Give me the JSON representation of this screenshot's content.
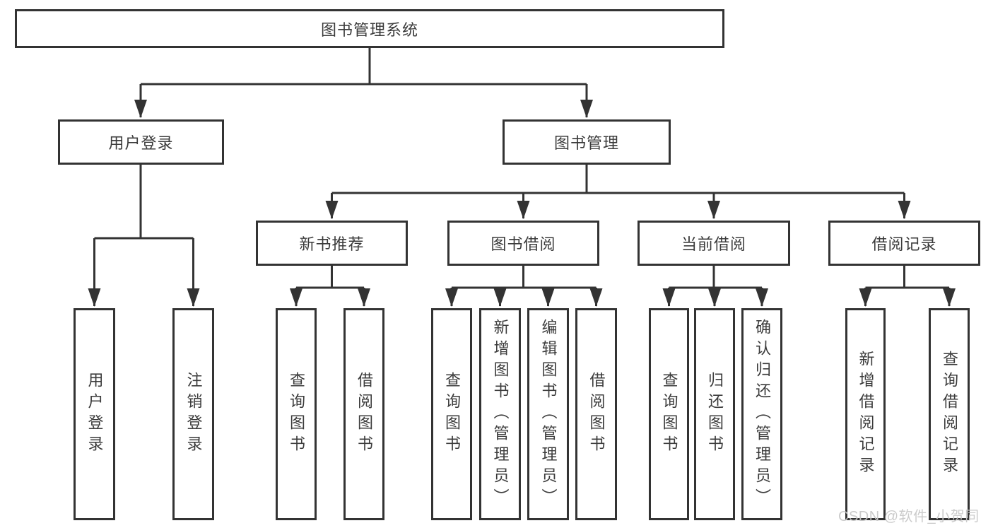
{
  "diagram": {
    "type": "function-structure-tree",
    "tree": {
      "label": "图书管理系统",
      "children": [
        {
          "label": "用户登录",
          "children": [
            {
              "label": "用户登录"
            },
            {
              "label": "注销登录"
            }
          ]
        },
        {
          "label": "图书管理",
          "children": [
            {
              "label": "新书推荐",
              "children": [
                {
                  "label": "查询图书"
                },
                {
                  "label": "借阅图书"
                }
              ]
            },
            {
              "label": "图书借阅",
              "children": [
                {
                  "label": "查询图书"
                },
                {
                  "label": "新增图书（管理员）"
                },
                {
                  "label": "编辑图书（管理员）"
                },
                {
                  "label": "借阅图书"
                }
              ]
            },
            {
              "label": "当前借阅",
              "children": [
                {
                  "label": "查询图书"
                },
                {
                  "label": "归还图书"
                },
                {
                  "label": "确认归还（管理员）"
                }
              ]
            },
            {
              "label": "借阅记录",
              "children": [
                {
                  "label": "新增借阅记录"
                },
                {
                  "label": "查询借阅记录"
                }
              ]
            }
          ]
        }
      ]
    }
  },
  "watermark": {
    "text": "CSDN @软件_小贺同学"
  },
  "style": {
    "line_color": "#333333",
    "text_color": "#3b3b3b",
    "watermark_color": "#c9c9c9",
    "background": "#ffffff"
  }
}
